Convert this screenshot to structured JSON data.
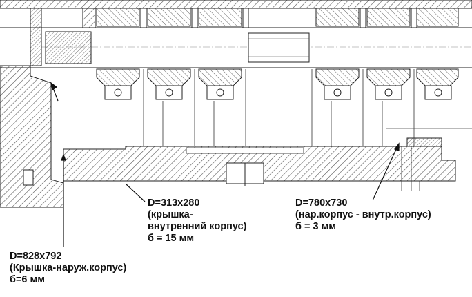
{
  "annotations": [
    {
      "id": "a",
      "lines": [
        "D=828x792",
        "(Крышка-наруж.корпус)",
        "б=6 мм"
      ]
    },
    {
      "id": "b",
      "lines": [
        "D=313x280",
        "(крышка-",
        "внутренний корпус)",
        "б = 15 мм"
      ]
    },
    {
      "id": "c",
      "lines": [
        "D=780x730",
        "(нар.корпус - внутр.корпус)",
        "б = 3 мм"
      ]
    }
  ],
  "colors": {
    "line": "#222222",
    "hatch": "#555555",
    "background": "#ffffff"
  }
}
